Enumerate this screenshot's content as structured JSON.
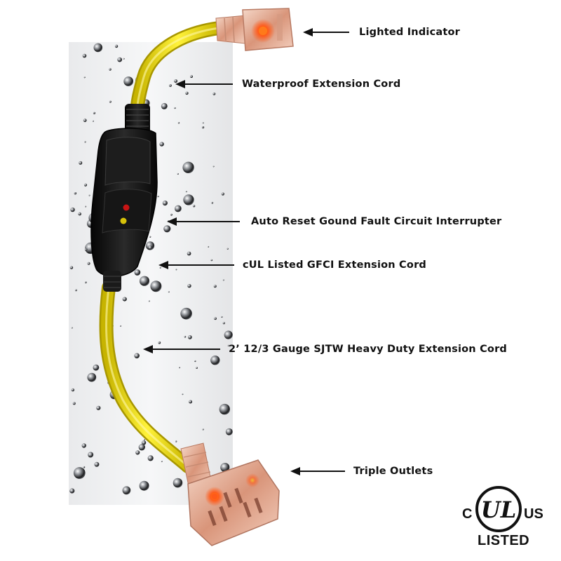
{
  "callouts": {
    "lighted_indicator": "Lighted Indicator",
    "waterproof_cord": "Waterproof Extension Cord",
    "gfci": "Auto Reset Gound Fault Circuit Interrupter",
    "cul_listed": "cUL Listed GFCI Extension Cord",
    "gauge": "2’ 12/3 Gauge SJTW Heavy Duty Extension Cord",
    "triple_outlets": "Triple Outlets"
  },
  "certification": {
    "c_prefix": "C",
    "ul_text": "UL",
    "us_suffix": "US",
    "listed_text": "LISTED"
  },
  "colors": {
    "cord_yellow": "#f2e21a",
    "plug_clear": "#e9b9a4",
    "indicator_orange": "#ff5a1a",
    "gfci_black": "#141414",
    "arrow_black": "#111111"
  },
  "icons": {
    "arrow": "arrow-left-icon",
    "water_drop": "water-drop-icon",
    "cert_logo": "ul-certification-logo"
  }
}
